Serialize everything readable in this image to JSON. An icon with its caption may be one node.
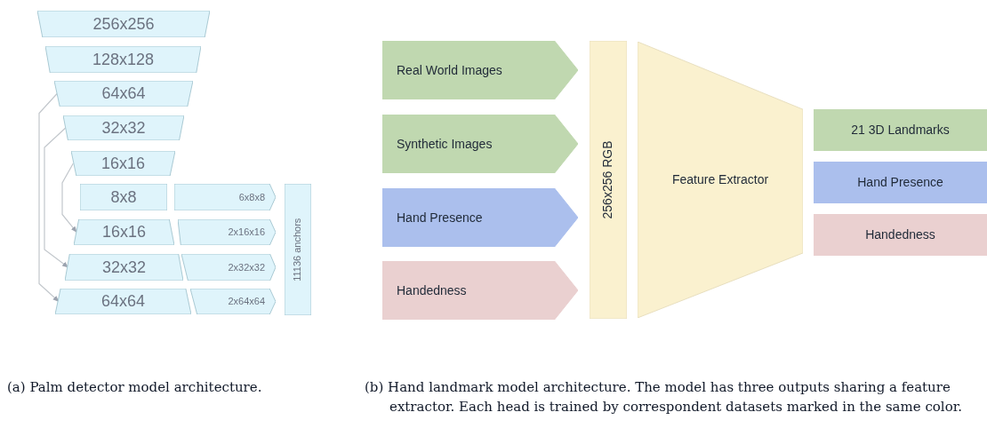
{
  "diagram": {
    "nodes": [
      {
        "text": [
          "256x256"
        ]
      },
      {
        "text": [
          "128x128"
        ]
      },
      {
        "text": [
          "64x64"
        ]
      },
      {
        "text": [
          "32x32"
        ]
      },
      {
        "text": [
          "16x16"
        ]
      },
      {
        "text": [
          "8x8"
        ]
      },
      {
        "text": [
          "16x16"
        ]
      },
      {
        "text": [
          "32x32"
        ]
      },
      {
        "text": [
          "64x64"
        ]
      },
      {
        "text": [
          "6x8x8"
        ]
      },
      {
        "text": [
          "2x16x16"
        ]
      },
      {
        "text": [
          "2x32x32"
        ]
      },
      {
        "text": [
          "2x64x64"
        ]
      },
      {
        "text": [
          "11136 anchors"
        ]
      },
      {
        "text": [
          "Real World Images"
        ]
      },
      {
        "text": [
          "Synthetic Images"
        ]
      },
      {
        "text": [
          "Hand Presence"
        ]
      },
      {
        "text": [
          "Handedness"
        ]
      },
      {
        "text": [
          "256x256 RGB"
        ]
      },
      {
        "text": [
          "Feature Extractor"
        ]
      },
      {
        "text": [
          "21 3D Landmarks"
        ]
      },
      {
        "text": [
          "Hand Presence"
        ]
      },
      {
        "text": [
          "Handedness"
        ]
      }
    ],
    "edges": [
      {
        "from": 2,
        "to": 8,
        "arrow": "to"
      },
      {
        "from": 3,
        "to": 7,
        "arrow": "to"
      },
      {
        "from": 4,
        "to": 6,
        "arrow": "to"
      }
    ],
    "labels": [
      "(a) Palm detector model architecture.",
      "(b) Hand landmark model architecture. The model has three outputs sharing a feature extractor. Each head is trained by correspondent datasets marked in the same color."
    ]
  }
}
